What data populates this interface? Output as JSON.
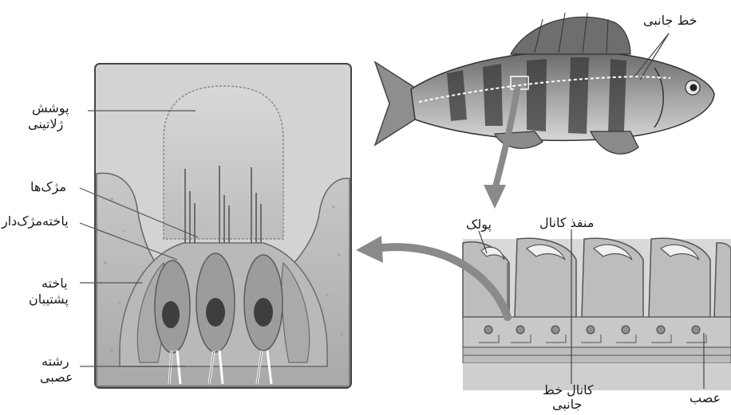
{
  "labels": {
    "lateral_line": "خط جانبی",
    "cupula_1": "پوشش",
    "cupula_2": "ژلاتینی",
    "cilia": "مژک‌ها",
    "hair_cell": "یاخته‌مژک‌دار",
    "support_1": "یاخته",
    "support_2": "پشتیبان",
    "nerve_fiber_1": "رشته",
    "nerve_fiber_2": "عصبی",
    "scale": "پولک",
    "canal_opening": "منفذ کانال",
    "lateral_canal_1": "کانال خط",
    "lateral_canal_2": "جانبی",
    "nerve": "عصب"
  },
  "colors": {
    "panel_fill": "#c9c9c9",
    "tissue": "#b5b5b5",
    "cupula": "#dcdcdc",
    "cell": "#9f9f9f",
    "nucleus": "#4a4a4a",
    "fish_body": "#9a9a9a",
    "fish_dark": "#3a3a3a",
    "arrow": "#8a8a8a",
    "line": "#555555"
  }
}
